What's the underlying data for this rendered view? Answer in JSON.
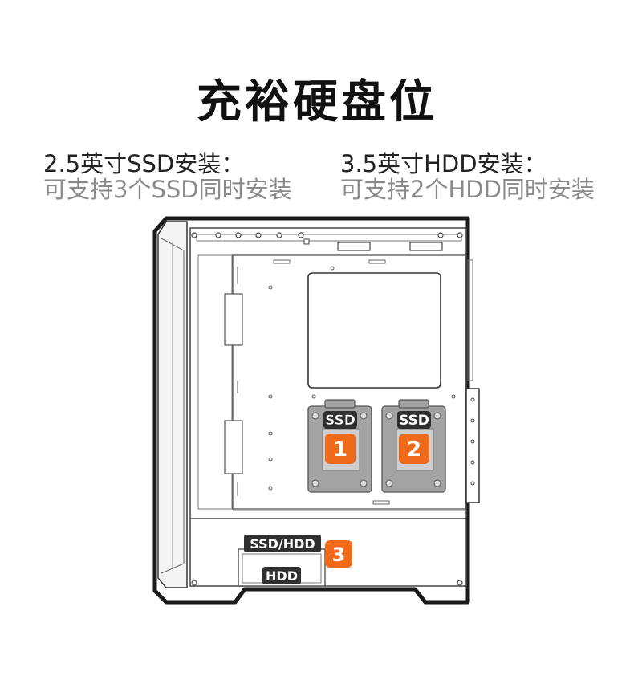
{
  "title": "充裕硬盘位",
  "specs": {
    "ssd": {
      "heading": "2.5英寸SSD安装：",
      "detail": "可支持3个SSD同时安装"
    },
    "hdd": {
      "heading": "3.5英寸HDD安装：",
      "detail": "可支持2个HDD同时安装"
    }
  },
  "mounts": {
    "ssd1": {
      "label": "SSD",
      "number": "1"
    },
    "ssd2": {
      "label": "SSD",
      "number": "2"
    },
    "cage": {
      "top_label": "SSD/HDD",
      "bottom_label": "HDD",
      "number": "3"
    }
  },
  "colors": {
    "badge": "#f06a1c",
    "label_dark": "#2f2f2f",
    "tray": "#9c9c9c",
    "outline": "#1a1a1a"
  }
}
